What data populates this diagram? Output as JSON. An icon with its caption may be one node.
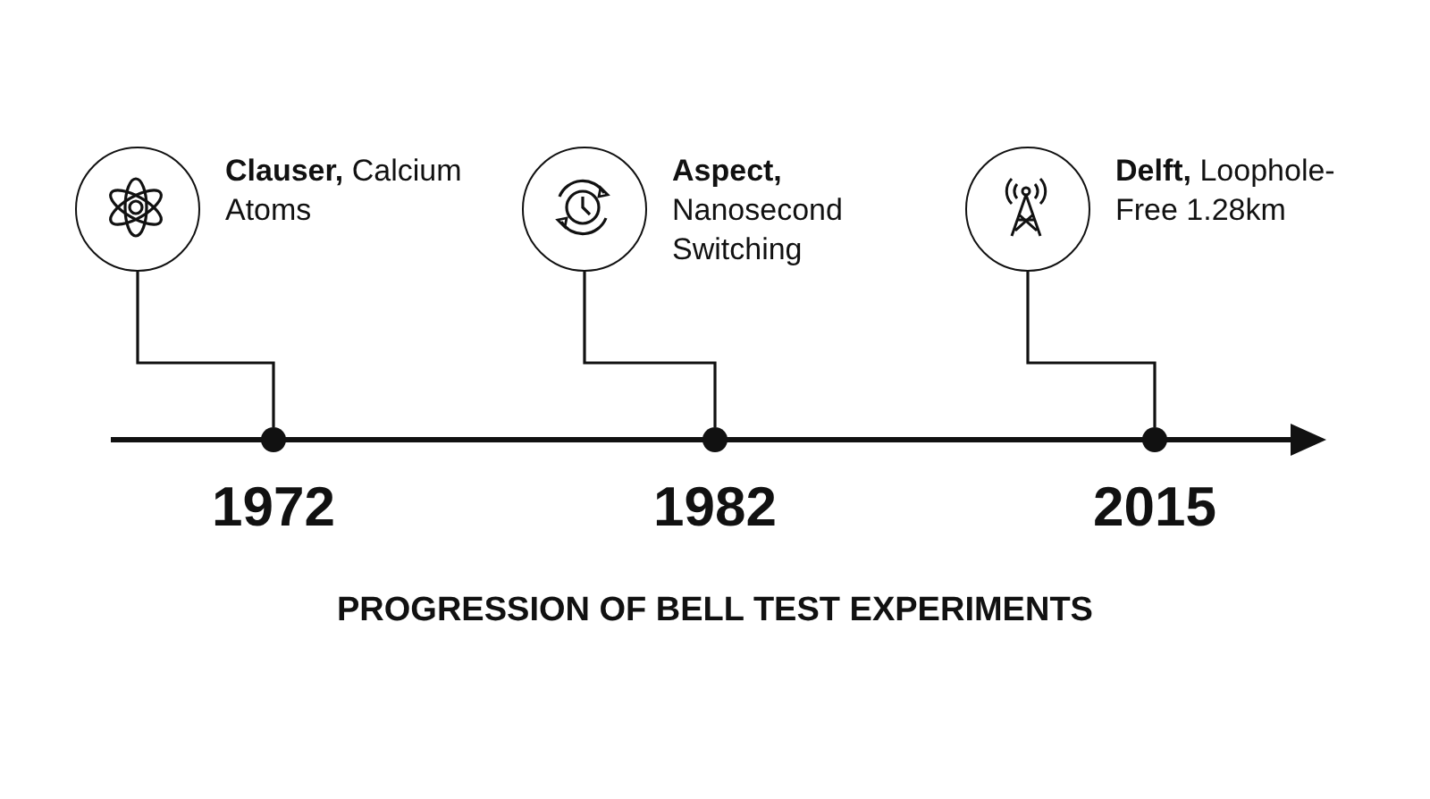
{
  "diagram": {
    "caption": "PROGRESSION OF BELL TEST EXPERIMENTS",
    "nodes": [
      {
        "text": [],
        "shape": "circle",
        "beside": [
          "**Clauser,** Calcium Atoms"
        ]
      },
      {
        "text": [],
        "shape": "circle",
        "beside": [
          "**Aspect,** Nanosecond Switching"
        ]
      },
      {
        "text": [],
        "shape": "circle",
        "beside": [
          "**Delft,** Loophole-Free 1.28km"
        ]
      },
      {
        "text": [],
        "shape": "circle",
        "beside": [
          "1972"
        ]
      },
      {
        "text": [],
        "shape": "circle",
        "beside": [
          "1982"
        ]
      },
      {
        "text": [],
        "shape": "circle",
        "beside": [
          "2015"
        ]
      }
    ],
    "edges": [
      {
        "from": 0,
        "to": 3,
        "arrow": "none"
      },
      {
        "from": 1,
        "to": 4,
        "arrow": "none"
      },
      {
        "from": 2,
        "to": 5,
        "arrow": "none"
      }
    ]
  }
}
